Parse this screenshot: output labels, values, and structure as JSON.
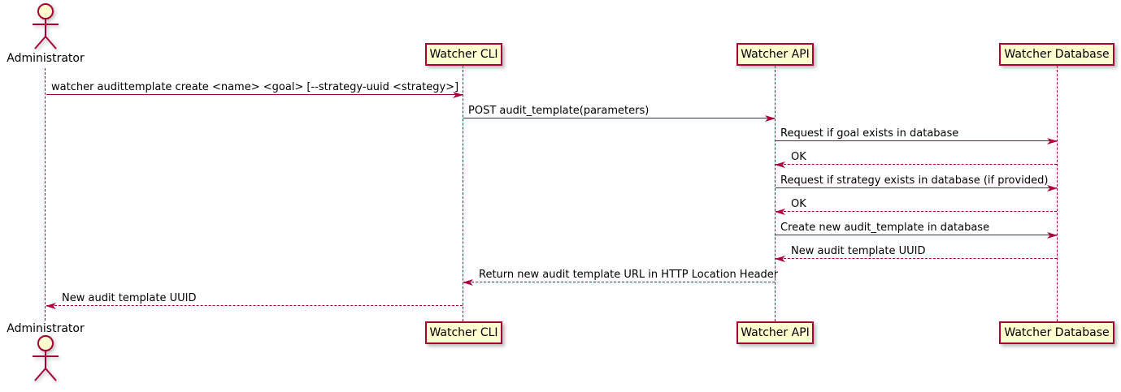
{
  "diagram": {
    "type": "sequence-diagram",
    "colors": {
      "participant_fill": "#FEFECE",
      "participant_border": "#A80036",
      "line": "#A80036",
      "text": "#000000",
      "background": "#FFFFFF"
    },
    "actor": {
      "label": "Administrator"
    },
    "participants": [
      {
        "label": "Watcher CLI"
      },
      {
        "label": "Watcher API"
      },
      {
        "label": "Watcher Database"
      }
    ],
    "messages": [
      {
        "from": "Administrator",
        "to": "Watcher CLI",
        "style": "solid",
        "label": "watcher audittemplate create <name> <goal> [--strategy-uuid <strategy>]"
      },
      {
        "from": "Watcher CLI",
        "to": "Watcher API",
        "style": "solid",
        "label": "POST audit_template(parameters)"
      },
      {
        "from": "Watcher API",
        "to": "Watcher Database",
        "style": "solid",
        "label": "Request if goal exists in database"
      },
      {
        "from": "Watcher Database",
        "to": "Watcher API",
        "style": "dashed",
        "label": "OK"
      },
      {
        "from": "Watcher API",
        "to": "Watcher Database",
        "style": "solid",
        "label": "Request if strategy exists in database (if provided)"
      },
      {
        "from": "Watcher Database",
        "to": "Watcher API",
        "style": "dashed",
        "label": "OK"
      },
      {
        "from": "Watcher API",
        "to": "Watcher Database",
        "style": "solid",
        "label": "Create new audit_template in database"
      },
      {
        "from": "Watcher Database",
        "to": "Watcher API",
        "style": "dashed",
        "label": "New audit template UUID"
      },
      {
        "from": "Watcher API",
        "to": "Watcher CLI",
        "style": "dashed",
        "label": "Return new audit template URL in HTTP Location Header"
      },
      {
        "from": "Watcher CLI",
        "to": "Administrator",
        "style": "dashed",
        "label": "New audit template UUID"
      }
    ]
  }
}
